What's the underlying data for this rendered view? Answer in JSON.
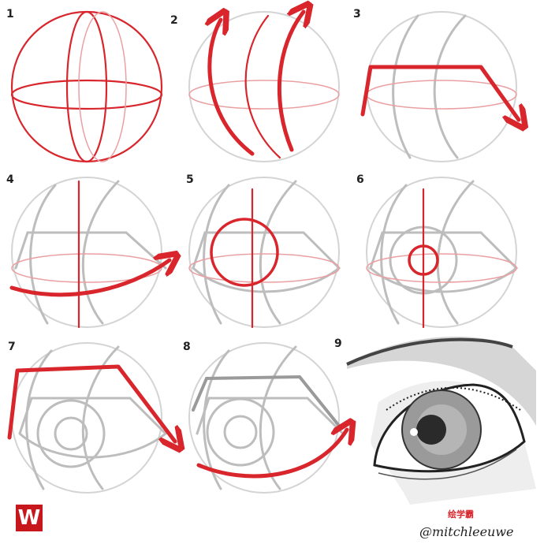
{
  "steps": [
    {
      "number": "1"
    },
    {
      "number": "2"
    },
    {
      "number": "3"
    },
    {
      "number": "4"
    },
    {
      "number": "5"
    },
    {
      "number": "6"
    },
    {
      "number": "7"
    },
    {
      "number": "8"
    },
    {
      "number": "9"
    }
  ],
  "watermark": "绘学霸",
  "signature": "@mitchleeuwe",
  "logo_letter": "W",
  "colors": {
    "accent": "#d8262c",
    "sketch": "#bdbdbd",
    "logo": "#c8161d"
  }
}
